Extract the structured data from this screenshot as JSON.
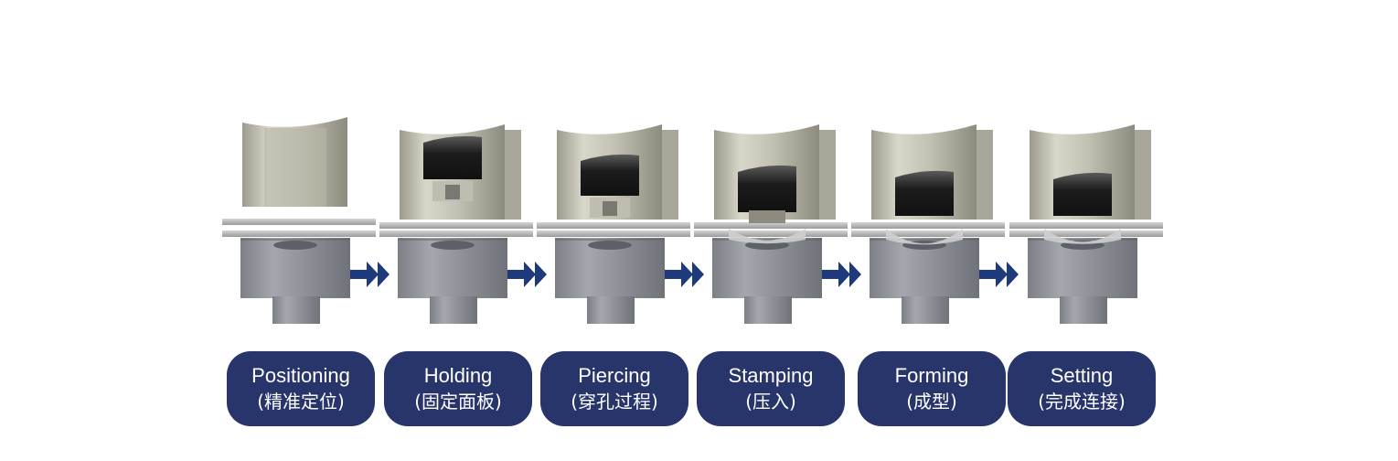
{
  "steps": [
    {
      "name": "Positioning",
      "sub": "(精准定位)"
    },
    {
      "name": "Holding",
      "sub": "(固定面板)"
    },
    {
      "name": "Piercing",
      "sub": "(穿孔过程)"
    },
    {
      "name": "Stamping",
      "sub": "(压入)"
    },
    {
      "name": "Forming",
      "sub": "(成型)"
    },
    {
      "name": "Setting",
      "sub": "(完成连接)"
    }
  ],
  "colors": {
    "label_bg": "#27356b",
    "arrow": "#1e3a7c",
    "rivet_metal": "#c8c6b8",
    "sheet_metal": "#bdbdbd",
    "die_metal": "#8c8f94",
    "cavity": "#1c1c1c"
  }
}
